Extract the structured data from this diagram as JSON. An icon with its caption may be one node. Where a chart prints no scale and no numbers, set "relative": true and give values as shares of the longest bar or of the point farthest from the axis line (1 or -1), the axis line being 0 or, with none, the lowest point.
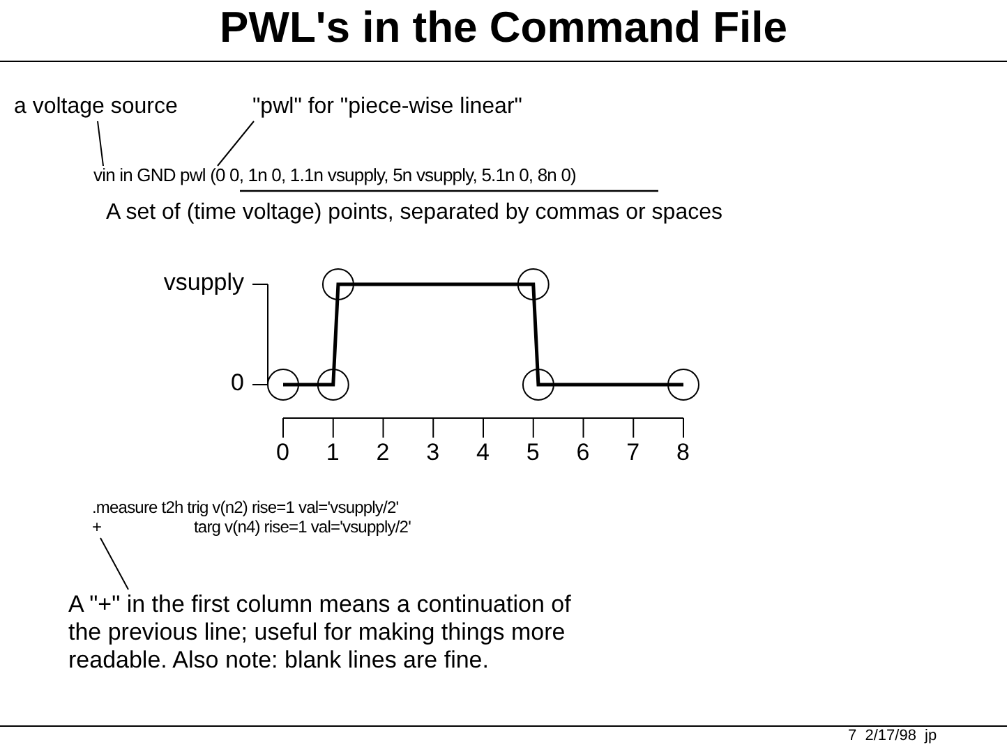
{
  "diagram": {
    "title": "PWL's in the Command File",
    "nodes": [
      {
        "text": [
          "a voltage source"
        ]
      },
      {
        "text": [
          "\"pwl\" for \"piece-wise linear\""
        ]
      },
      {
        "text": [
          "vin in GND pwl (0 0, 1n 0, 1.1n vsupply, 5n vsupply, 5.1n 0, 8n 0)"
        ]
      },
      {
        "text": [
          "+"
        ]
      },
      {
        "text": [
          "A \"+\" in the first column means a continuation of the previous line; useful for making things more readable.  Also note:  blank lines are fine."
        ]
      }
    ],
    "edges": [
      {
        "from": 0,
        "to": 2,
        "arrow": "none"
      },
      {
        "from": 1,
        "to": 2,
        "arrow": "none"
      },
      {
        "from": 4,
        "to": 3,
        "arrow": "none"
      }
    ],
    "labels": [
      "A set of (time  voltage) points, separated by commas or spaces",
      "vsupply",
      "0",
      ".measure t2h trig v(n2) rise=1 val='vsupply/2'",
      "targ v(n4) rise=1 val='vsupply/2'",
      "7  2/17/98  jp"
    ],
    "chart_data": {
      "type": "line",
      "x": [
        0,
        1,
        1.1,
        5,
        5.1,
        8
      ],
      "series": [
        {
          "color": "#000000",
          "marker": "circle",
          "values": [
            0,
            0,
            1,
            1,
            0,
            0
          ]
        }
      ],
      "xlim": [
        0,
        8
      ],
      "ylim": [
        0,
        1
      ],
      "relative": true,
      "xticks": [
        0,
        1,
        2,
        3,
        4,
        5,
        6,
        7,
        8
      ]
    }
  }
}
